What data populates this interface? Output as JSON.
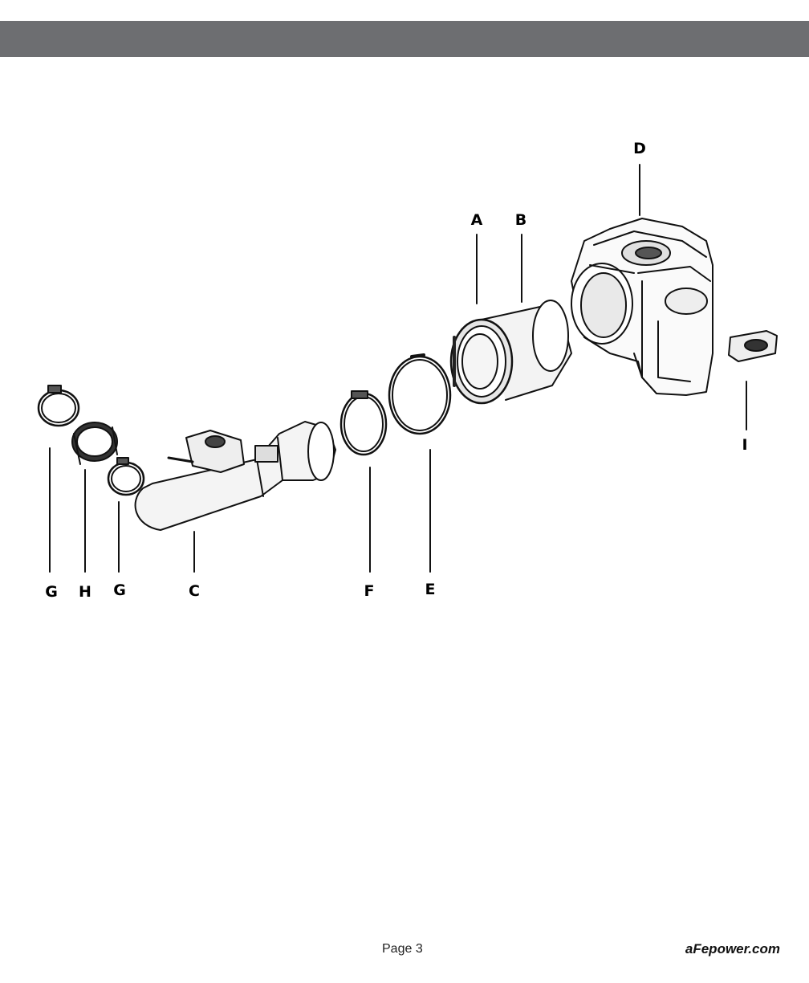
{
  "header": {
    "bar_color": "#6d6e71"
  },
  "callouts": [
    {
      "id": "A",
      "label": "A"
    },
    {
      "id": "B",
      "label": "B"
    },
    {
      "id": "C",
      "label": "C"
    },
    {
      "id": "D",
      "label": "D"
    },
    {
      "id": "E",
      "label": "E"
    },
    {
      "id": "F",
      "label": "F"
    },
    {
      "id": "G1",
      "label": "G"
    },
    {
      "id": "H",
      "label": "H"
    },
    {
      "id": "G2",
      "label": "G"
    },
    {
      "id": "I",
      "label": "I"
    }
  ],
  "footer": {
    "page": "Page 3",
    "website": "aFepower.com"
  }
}
